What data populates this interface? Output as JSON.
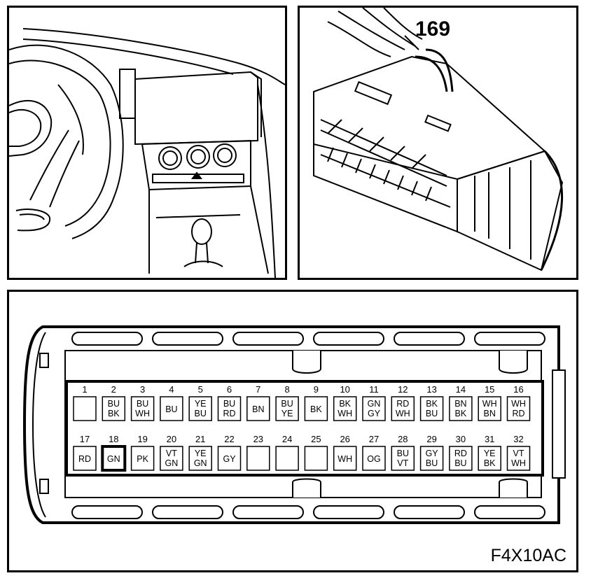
{
  "connector_ref": "169",
  "figure_code": "F4X10AC",
  "highlight_pin": 18,
  "pins": [
    {
      "num": "1",
      "codes": []
    },
    {
      "num": "2",
      "codes": [
        "BU",
        "BK"
      ]
    },
    {
      "num": "3",
      "codes": [
        "BU",
        "WH"
      ]
    },
    {
      "num": "4",
      "codes": [
        "BU"
      ]
    },
    {
      "num": "5",
      "codes": [
        "YE",
        "BU"
      ]
    },
    {
      "num": "6",
      "codes": [
        "BU",
        "RD"
      ]
    },
    {
      "num": "7",
      "codes": [
        "BN"
      ]
    },
    {
      "num": "8",
      "codes": [
        "BU",
        "YE"
      ]
    },
    {
      "num": "9",
      "codes": [
        "BK"
      ]
    },
    {
      "num": "10",
      "codes": [
        "BK",
        "WH"
      ]
    },
    {
      "num": "11",
      "codes": [
        "GN",
        "GY"
      ]
    },
    {
      "num": "12",
      "codes": [
        "RD",
        "WH"
      ]
    },
    {
      "num": "13",
      "codes": [
        "BK",
        "BU"
      ]
    },
    {
      "num": "14",
      "codes": [
        "BN",
        "BK"
      ]
    },
    {
      "num": "15",
      "codes": [
        "WH",
        "BN"
      ]
    },
    {
      "num": "16",
      "codes": [
        "WH",
        "RD"
      ]
    },
    {
      "num": "17",
      "codes": [
        "RD"
      ]
    },
    {
      "num": "18",
      "codes": [
        "GN"
      ]
    },
    {
      "num": "19",
      "codes": [
        "PK"
      ]
    },
    {
      "num": "20",
      "codes": [
        "VT",
        "GN"
      ]
    },
    {
      "num": "21",
      "codes": [
        "YE",
        "GN"
      ]
    },
    {
      "num": "22",
      "codes": [
        "GY"
      ]
    },
    {
      "num": "23",
      "codes": []
    },
    {
      "num": "24",
      "codes": []
    },
    {
      "num": "25",
      "codes": []
    },
    {
      "num": "26",
      "codes": [
        "WH"
      ]
    },
    {
      "num": "27",
      "codes": [
        "OG"
      ]
    },
    {
      "num": "28",
      "codes": [
        "BU",
        "VT"
      ]
    },
    {
      "num": "29",
      "codes": [
        "GY",
        "BU"
      ]
    },
    {
      "num": "30",
      "codes": [
        "RD",
        "BU"
      ]
    },
    {
      "num": "31",
      "codes": [
        "YE",
        "BK"
      ]
    },
    {
      "num": "32",
      "codes": [
        "VT",
        "WH"
      ]
    }
  ]
}
